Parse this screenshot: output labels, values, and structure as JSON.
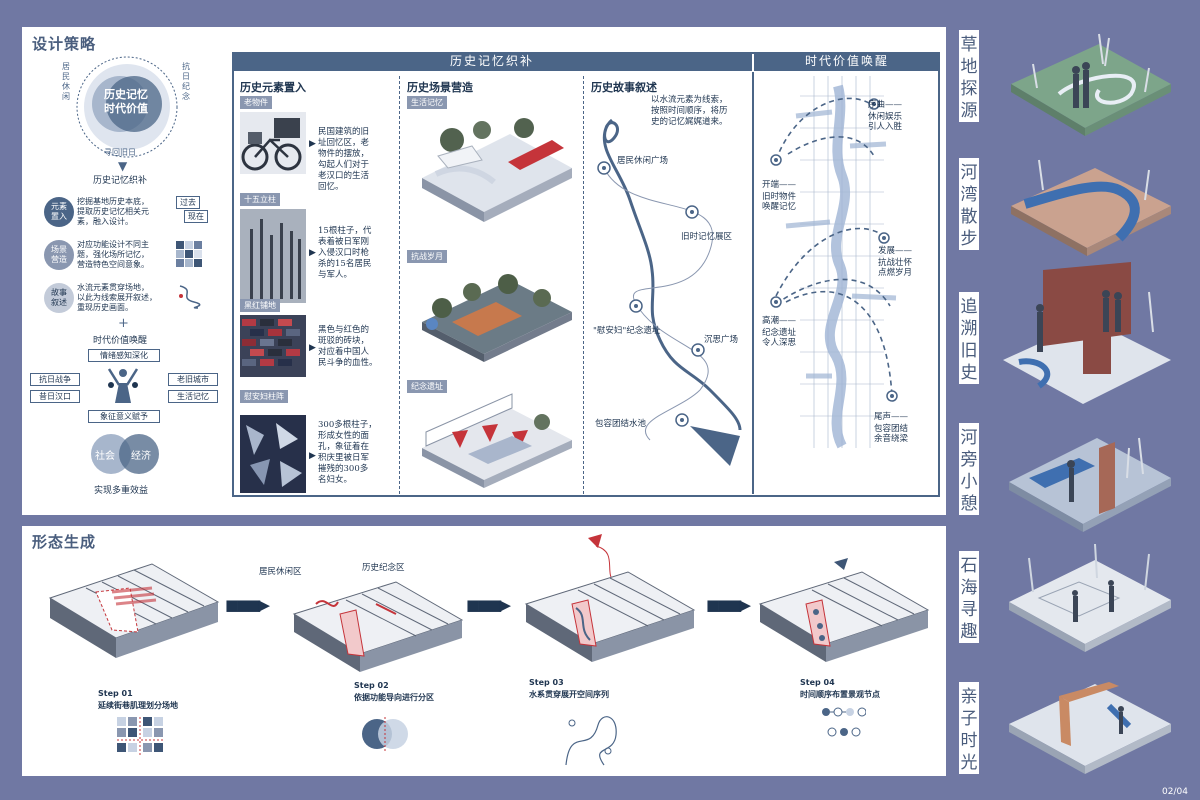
{
  "top_panel": {
    "title": "设计策略",
    "ring": {
      "center_line1": "历史记忆",
      "center_line2": "时代价值",
      "ring_left": "居民休闲",
      "ring_right": "抗日纪念",
      "ring_bottom": "寻回旧日"
    },
    "flow_label1": "历史记忆织补",
    "strategies": [
      {
        "circle": "元素\n置入",
        "text": "挖掘基地历史本底，\n提取历史记忆相关元\n素，融入设计。",
        "side_a": "过去",
        "side_b": "现在"
      },
      {
        "circle": "场景\n营造",
        "text": "对应功能设计不同主\n题，强化场所记忆，\n营造特色空间意象。"
      },
      {
        "circle": "故事\n叙述",
        "text": "水流元素贯穿场地，\n以此为线索展开叙述，\n重现历史画面。"
      }
    ],
    "flow_label2": "时代价值唤醒",
    "value_boxes": {
      "top": "情绪感知深化",
      "l1": "抗日战争",
      "l2": "昔日汉口",
      "r1": "老旧城市",
      "r2": "生活记忆",
      "bottom": "象征意义赋予"
    },
    "venn": {
      "left": "社会",
      "right": "经济"
    },
    "result": "实现多重效益"
  },
  "header_left": "历史记忆织补",
  "header_right": "时代价值唤醒",
  "col1": {
    "title": "历史元素置入",
    "items": [
      {
        "tag": "老物件",
        "text": "民国建筑的旧\n址回忆区，老\n物件的摆放，\n勾起人们对于\n老汉口的生活\n回忆。"
      },
      {
        "tag": "十五立柱",
        "text": "15根柱子，代\n表着被日军刚\n入侵汉口时枪\n杀的15名居民\n与军人。"
      },
      {
        "tag": "黑红铺地",
        "text": "黑色与红色的\n斑驳的砖块，\n对应着中国人\n民斗争的血性。"
      },
      {
        "tag": "慰安妇柱阵",
        "text": "300多根柱子，\n形成女性的面\n孔，象征着在\n积庆里被日军\n摧残的300多\n名妇女。"
      }
    ]
  },
  "col2": {
    "title": "历史场景营造",
    "tags": [
      "生活记忆",
      "抗战岁月",
      "纪念遗址"
    ]
  },
  "col3": {
    "title": "历史故事叙述",
    "intro": "以水流元素为线索，\n按照时间顺序，将历\n史的记忆娓娓道来。",
    "labels": [
      "居民休闲广场",
      "旧时记忆展区",
      "\"慰安妇\"纪念遗址",
      "沉思广场",
      "包容团结水池"
    ]
  },
  "col4": {
    "labels": [
      {
        "head": "序曲——",
        "body": "休闲娱乐\n引人入胜"
      },
      {
        "head": "开端——",
        "body": "旧时物件\n唤醒记忆"
      },
      {
        "head": "发展——",
        "body": "抗战壮怀\n点燃岁月"
      },
      {
        "head": "高潮——",
        "body": "纪念遗址\n令人深思"
      },
      {
        "head": "尾声——",
        "body": "包容团结\n余音绕梁"
      }
    ]
  },
  "bottom_panel": {
    "title": "形态生成",
    "zone_labels": [
      "居民休闲区",
      "历史纪念区"
    ],
    "steps": [
      {
        "num": "Step 01",
        "desc": "延续街巷肌理划分场地"
      },
      {
        "num": "Step 02",
        "desc": "依据功能导向进行分区"
      },
      {
        "num": "Step 03",
        "desc": "水系贯穿展开空间序列"
      },
      {
        "num": "Step 04",
        "desc": "时间顺序布置景观节点"
      }
    ]
  },
  "side_labels": [
    "草地探源",
    "河湾散步",
    "追溯旧史",
    "河旁小憩",
    "石海寻趣",
    "亲子时光"
  ],
  "page_number": "02/04",
  "colors": {
    "background": "#7078a3",
    "accent": "#4b6587",
    "red": "#c5343a",
    "light_blue": "#9fb4d4"
  }
}
